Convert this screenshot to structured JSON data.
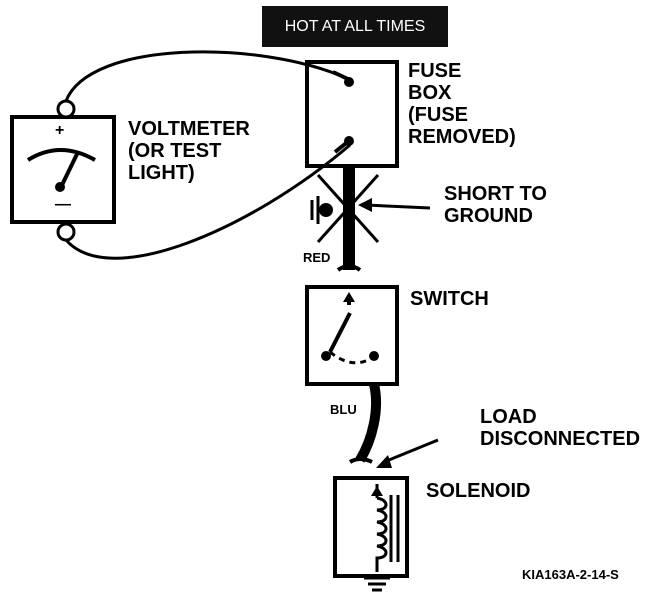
{
  "banner": "HOT AT ALL TIMES",
  "labels": {
    "fuse_box": "FUSE\nBOX\n(FUSE\nREMOVED)",
    "voltmeter": "VOLTMETER\n(OR TEST\nLIGHT)",
    "short_to_ground": "SHORT TO\nGROUND",
    "red": "RED",
    "switch": "SWITCH",
    "blu": "BLU",
    "load": "LOAD\nDISCONNECTED",
    "solenoid": "SOLENOID",
    "figure_id": "KIA163A-2-14-S"
  },
  "meter": {
    "plus": "+",
    "minus": "—"
  }
}
